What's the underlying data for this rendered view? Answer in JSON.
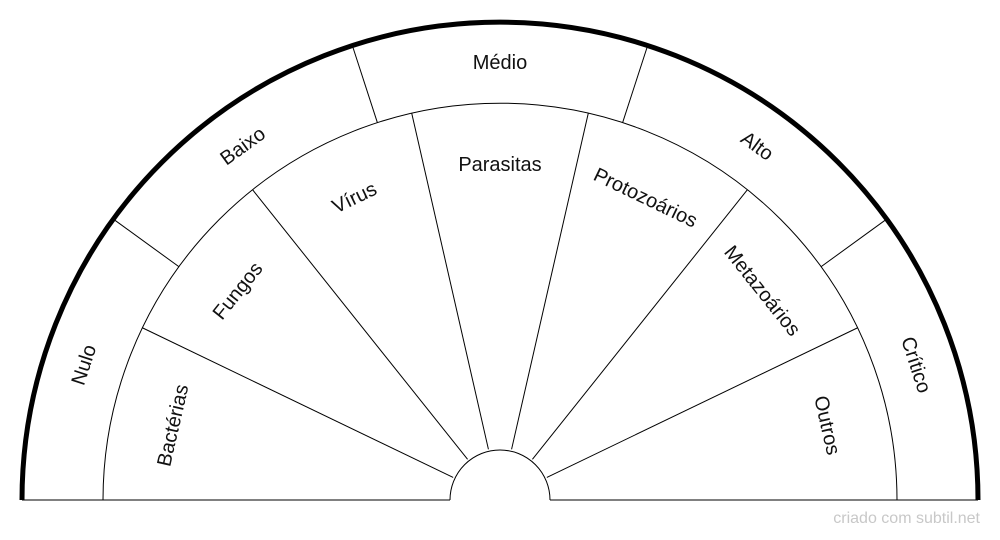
{
  "outer_ring": {
    "labels": [
      "Nulo",
      "Baixo",
      "Médio",
      "Alto",
      "Crítico"
    ]
  },
  "inner_sectors": {
    "labels": [
      "Bactérias",
      "Fungos",
      "Vírus",
      "Parasitas",
      "Protozoários",
      "Metazoários",
      "Outros"
    ]
  },
  "footer": {
    "credit": "criado com subtil.net"
  },
  "colors": {
    "line": "#000000",
    "background": "#ffffff",
    "credit": "#c8c8c8"
  }
}
